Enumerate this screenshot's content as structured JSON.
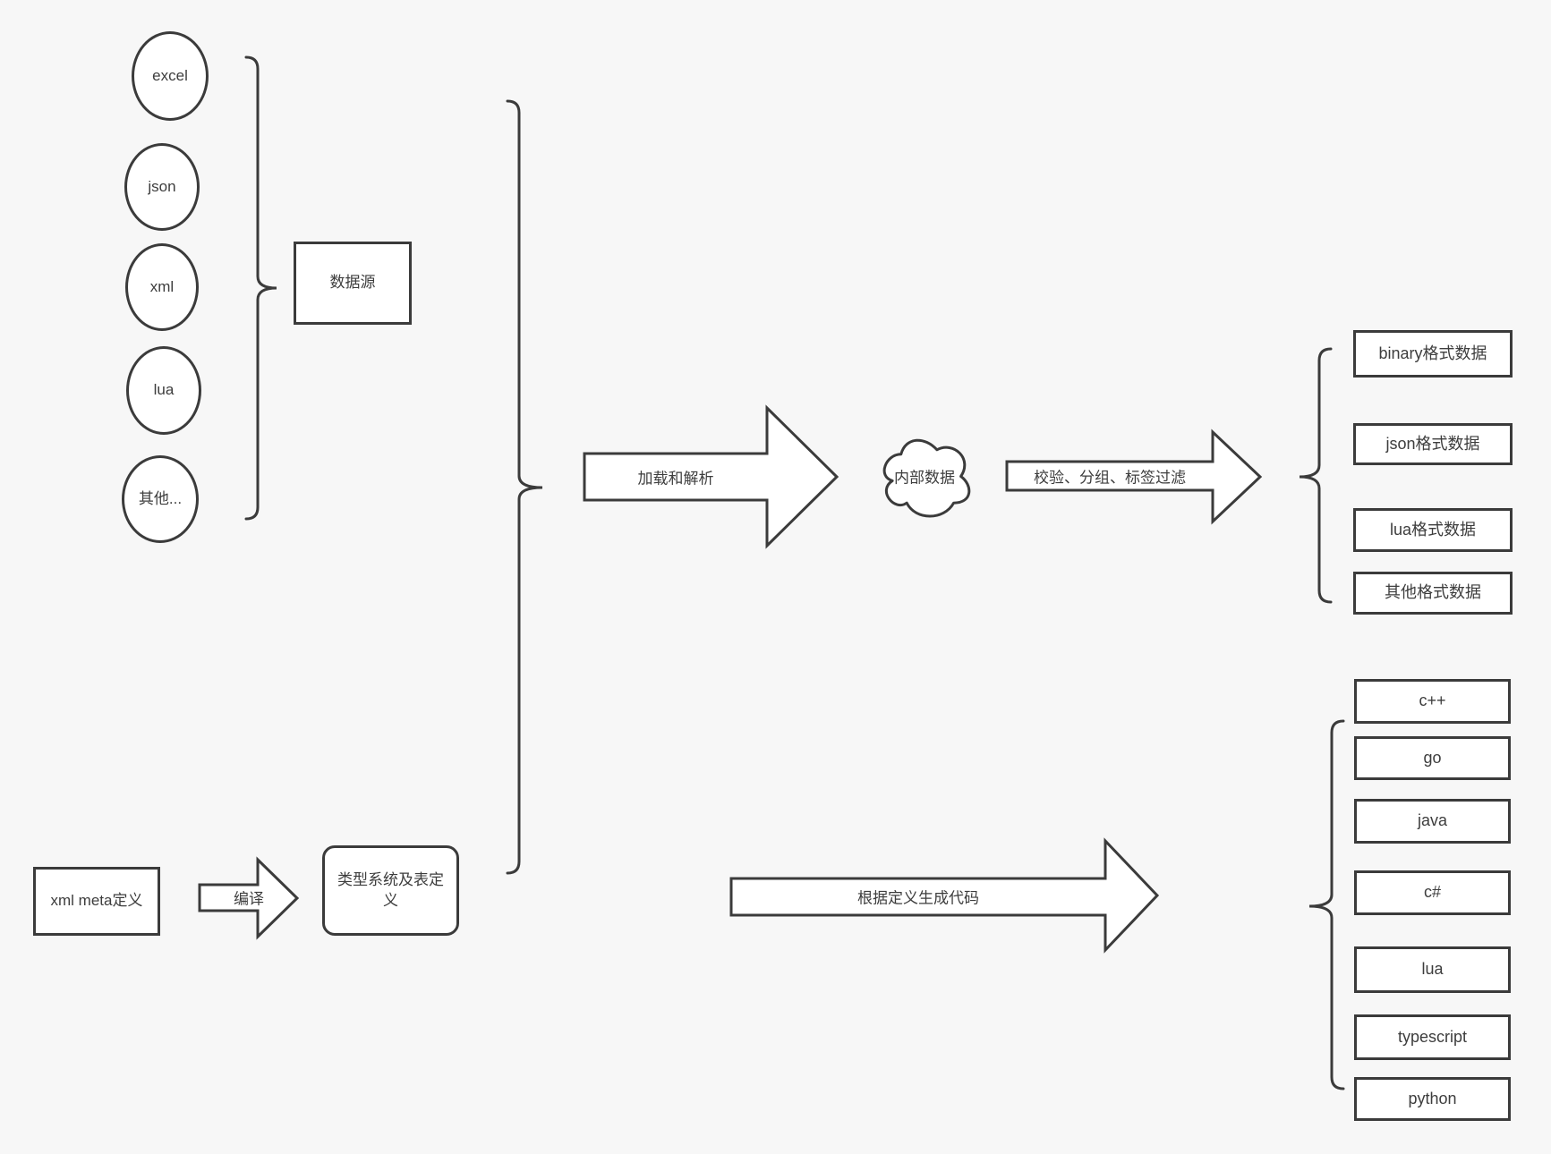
{
  "canvas": {
    "background": "#f7f7f7",
    "stroke": "#3b3b3b",
    "shape_fill": "#ffffff",
    "text_color": "#3d3d3d"
  },
  "sources": {
    "items": [
      "excel",
      "json",
      "xml",
      "lua",
      "其他..."
    ],
    "group_label": "数据源"
  },
  "pipeline": {
    "load_arrow_label": "加载和解析",
    "internal_data_label": "内部数据",
    "filter_arrow_label": "校验、分组、标签过滤",
    "format_outputs": [
      "binary格式数据",
      "json格式数据",
      "lua格式数据",
      "其他格式数据"
    ]
  },
  "codegen": {
    "meta_box_label": "xml meta定义",
    "compile_arrow_label": "编译",
    "type_system_box_label": "类型系统及表定义",
    "generate_arrow_label": "根据定义生成代码",
    "languages": [
      "c++",
      "go",
      "java",
      "c#",
      "lua",
      "typescript",
      "python"
    ]
  }
}
